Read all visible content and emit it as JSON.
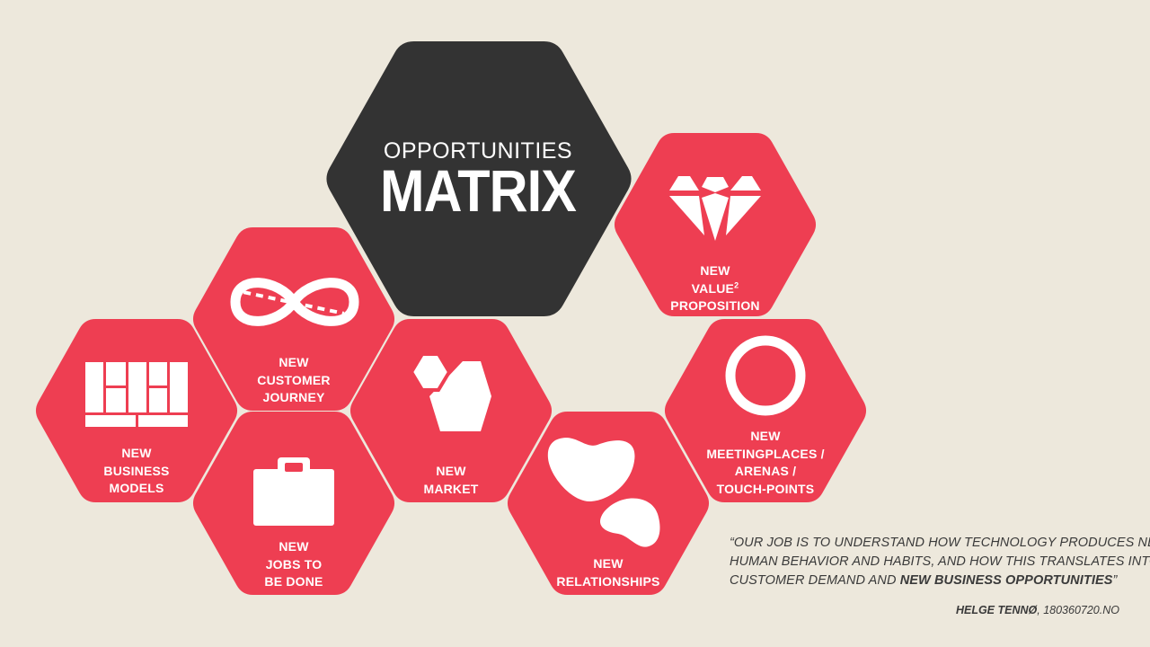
{
  "title": {
    "line1": "OPPORTUNITIES",
    "line2": "MATRIX"
  },
  "colors": {
    "background": "#ede8dc",
    "hex_red": "#ee3e52",
    "hex_dark": "#333333",
    "icon": "#ffffff",
    "text_dark": "#3a3a3a"
  },
  "hexagons": [
    {
      "id": "value-proposition",
      "icon": "diamond-icon",
      "lines": [
        "NEW",
        "VALUE",
        "PROPOSITION"
      ],
      "superscript": "2"
    },
    {
      "id": "customer-journey",
      "icon": "infinity-loop-icon",
      "lines": [
        "NEW",
        "CUSTOMER",
        "JOURNEY"
      ]
    },
    {
      "id": "business-models",
      "icon": "canvas-grid-icon",
      "lines": [
        "NEW",
        "BUSINESS",
        "MODELS"
      ]
    },
    {
      "id": "market",
      "icon": "hexagon-pair-icon",
      "lines": [
        "NEW",
        "MARKET"
      ]
    },
    {
      "id": "meetingplaces",
      "icon": "ring-icon",
      "lines": [
        "NEW",
        "MEETINGPLACES /",
        "ARENAS /",
        "TOUCH-POINTS"
      ]
    },
    {
      "id": "jobs-to-be-done",
      "icon": "briefcase-icon",
      "lines": [
        "NEW",
        "JOBS TO",
        "BE DONE"
      ]
    },
    {
      "id": "relationships",
      "icon": "blob-pair-icon",
      "lines": [
        "NEW",
        "RELATIONSHIPS"
      ]
    }
  ],
  "quote": {
    "line1": "“OUR JOB IS TO UNDERSTAND HOW TECHNOLOGY PRODUCES NEW",
    "line2": "HUMAN BEHAVIOR AND HABITS, AND HOW THIS TRANSLATES INTO",
    "line3_prefix": "CUSTOMER DEMAND AND ",
    "line3_bold": "NEW BUSINESS OPPORTUNITIES",
    "line3_suffix": "”"
  },
  "credit": {
    "author": "HELGE TENNØ",
    "source": ", 180360720.NO"
  }
}
